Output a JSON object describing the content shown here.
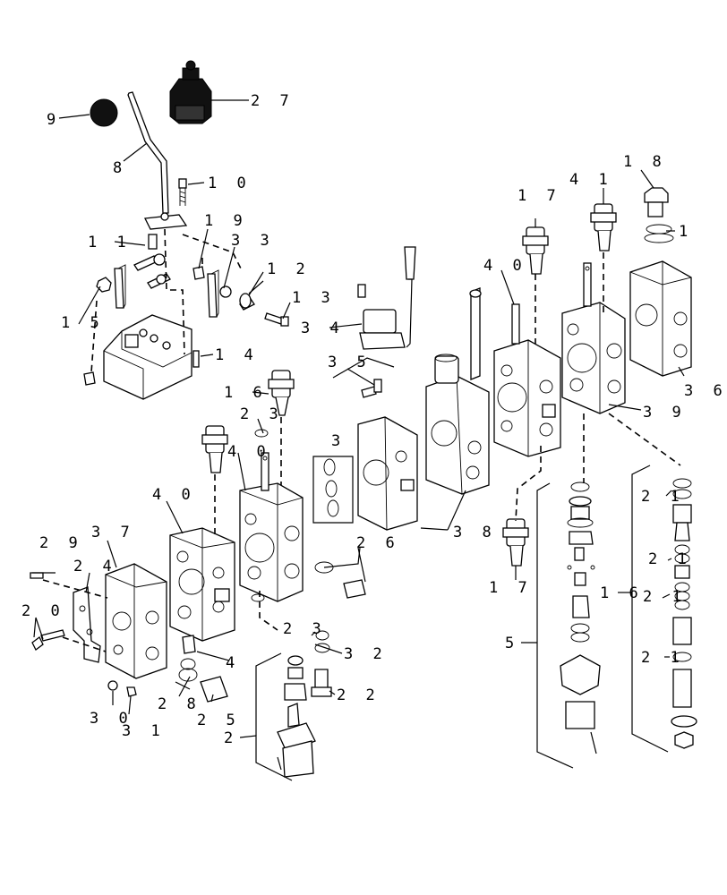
{
  "labels": [
    {
      "id": "p9",
      "text": "9"
    },
    {
      "id": "p27",
      "text": "2 7"
    },
    {
      "id": "p8",
      "text": "8"
    },
    {
      "id": "p10",
      "text": "1 0"
    },
    {
      "id": "p11",
      "text": "1 1"
    },
    {
      "id": "p19",
      "text": "1 9"
    },
    {
      "id": "p33",
      "text": "3 3"
    },
    {
      "id": "p12",
      "text": "1 2"
    },
    {
      "id": "p13",
      "text": "1 3"
    },
    {
      "id": "p15",
      "text": "1 5"
    },
    {
      "id": "p14",
      "text": "1 4"
    },
    {
      "id": "p34",
      "text": "3 4"
    },
    {
      "id": "p35",
      "text": "3 5"
    },
    {
      "id": "p3",
      "text": "3"
    },
    {
      "id": "p38",
      "text": "3 8"
    },
    {
      "id": "p16a",
      "text": "1 6"
    },
    {
      "id": "p23a",
      "text": "2 3"
    },
    {
      "id": "p40a",
      "text": "4 0"
    },
    {
      "id": "p40b",
      "text": "4 0"
    },
    {
      "id": "p37",
      "text": "3 7"
    },
    {
      "id": "p29",
      "text": "2 9"
    },
    {
      "id": "p24",
      "text": "2 4"
    },
    {
      "id": "p20",
      "text": "2 0"
    },
    {
      "id": "p26",
      "text": "2 6"
    },
    {
      "id": "p23b",
      "text": "2 3"
    },
    {
      "id": "p32",
      "text": "3 2"
    },
    {
      "id": "p4",
      "text": "4"
    },
    {
      "id": "p28",
      "text": "2 8"
    },
    {
      "id": "p25",
      "text": "2 5"
    },
    {
      "id": "p30",
      "text": "3 0"
    },
    {
      "id": "p31",
      "text": "3 1"
    },
    {
      "id": "p22",
      "text": "2 2"
    },
    {
      "id": "p2",
      "text": "2"
    },
    {
      "id": "p17a",
      "text": "1 7"
    },
    {
      "id": "p41",
      "text": "4 1"
    },
    {
      "id": "p18",
      "text": "1 8"
    },
    {
      "id": "p1",
      "text": "1"
    },
    {
      "id": "p40c",
      "text": "4 0"
    },
    {
      "id": "p36",
      "text": "3 6"
    },
    {
      "id": "p39",
      "text": "3 9"
    },
    {
      "id": "p17b",
      "text": "1 7"
    },
    {
      "id": "p5",
      "text": "5"
    },
    {
      "id": "p16b",
      "text": "1 6"
    },
    {
      "id": "p21a",
      "text": "2 1"
    },
    {
      "id": "p21b",
      "text": "2 1"
    },
    {
      "id": "p21c",
      "text": "2 1"
    },
    {
      "id": "p21d",
      "text": "2 1"
    }
  ]
}
